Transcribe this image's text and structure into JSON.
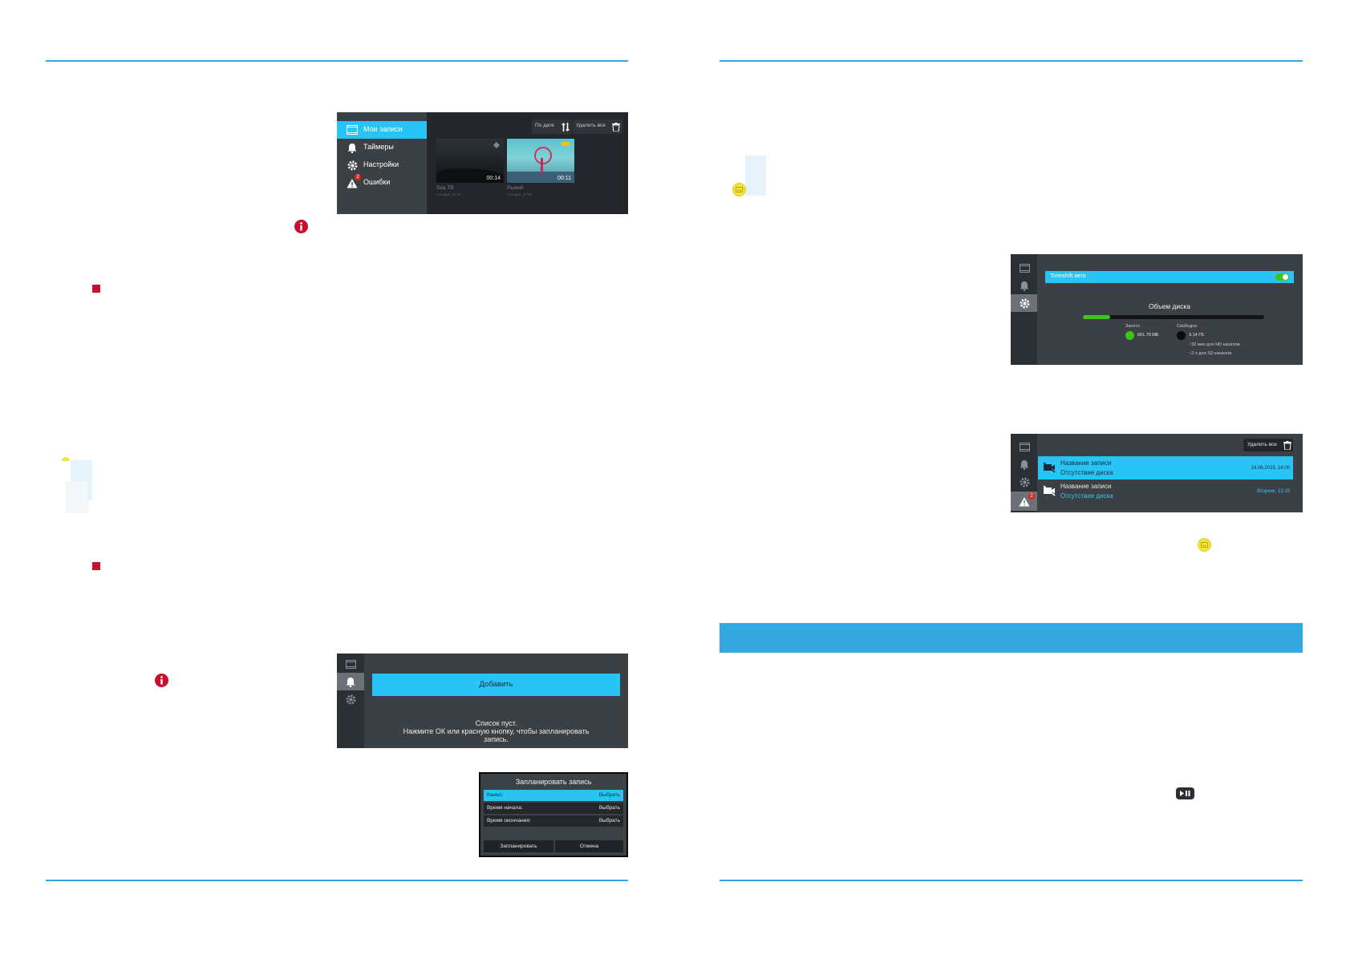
{
  "shot1": {
    "menu": [
      {
        "label": "Мои записи",
        "icon": "film-icon"
      },
      {
        "label": "Таймеры",
        "icon": "bell-icon"
      },
      {
        "label": "Настройки",
        "icon": "gear-icon"
      },
      {
        "label": "Ошибки",
        "icon": "warning-icon",
        "badge": "2"
      }
    ],
    "sort_label": "По дате",
    "delete_all": "Удалить все",
    "recordings": [
      {
        "channel": "Sea TB",
        "date": "Сегодня, 17:47",
        "duration": "00:14"
      },
      {
        "channel": "Рыжий",
        "date": "Сегодня, 17:55",
        "duration": "00:11"
      }
    ]
  },
  "shot2": {
    "add_button": "Добавить",
    "empty_line1": "Список пуст.",
    "empty_line2": "Нажмите ОК или красную кнопку, чтобы запланировать",
    "empty_line3": "запись."
  },
  "dialog": {
    "title": "Запланировать запись",
    "rows": [
      {
        "label": "Канал:",
        "value": "Выбрать"
      },
      {
        "label": "Время начала:",
        "value": "Выбрать"
      },
      {
        "label": "Время окончания:",
        "value": "Выбрать"
      }
    ],
    "schedule_button": "Запланировать",
    "cancel_button": "Отмена"
  },
  "shot3": {
    "timeshift_label": "Timeshift авто",
    "disk_title": "Объем диска",
    "used_label": "Занято",
    "used_value": "601.70 МБ",
    "free_label": "Свободно",
    "free_value": "3.14 ГБ",
    "hd_note": "~32 мин для HD каналов",
    "sd_note": "~2 ч для SD каналов",
    "used_fraction": 0.15
  },
  "shot4": {
    "delete_all": "Удалить все",
    "errors_badge": "2",
    "errors": [
      {
        "title": "Название записи",
        "reason": "Отсутствие диска",
        "time": "18.06.2019, 14:00"
      },
      {
        "title": "Название записи",
        "reason": "Отсутствие диска",
        "time": "Вторник, 13:15"
      }
    ]
  },
  "colors": {
    "accent": "#29c4f6",
    "rule": "#35a8e0",
    "alert_red": "#c8102e",
    "progress_green": "#3cc41a",
    "banner": "#35a8e0"
  }
}
